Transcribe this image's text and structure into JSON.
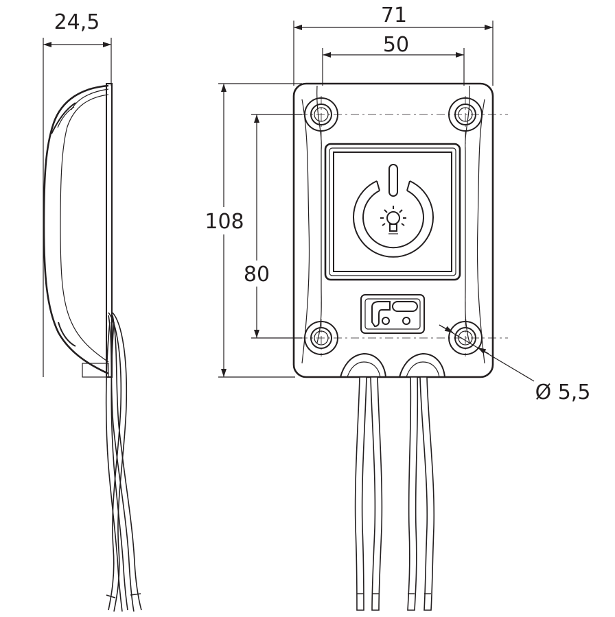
{
  "dimensions": {
    "side_depth": "24,5",
    "width_overall": "71",
    "hole_spacing_horizontal": "50",
    "height_overall": "108",
    "hole_spacing_vertical": "80",
    "hole_diameter": "Ø 5,5"
  },
  "views": [
    "side-view",
    "front-view"
  ],
  "icons": {
    "button": "power-light-icon",
    "connector": "connector-symbol-icon"
  },
  "colors": {
    "line": "#231f20",
    "background": "#ffffff"
  }
}
